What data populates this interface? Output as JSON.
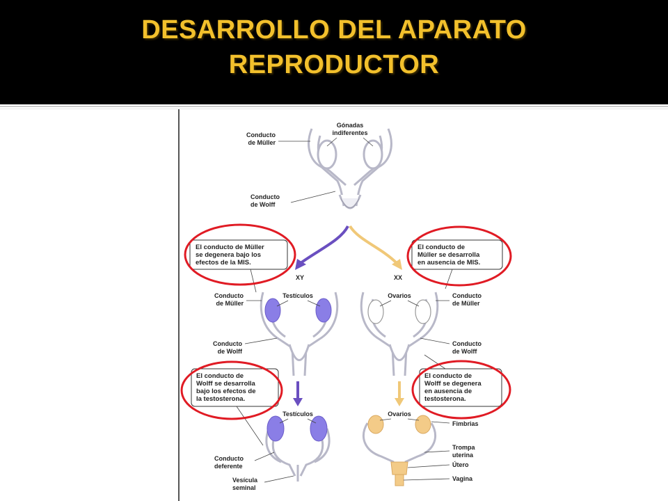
{
  "slide": {
    "title_line1": "DESARROLLO DEL APARATO",
    "title_line2": "REPRODUCTOR"
  },
  "colors": {
    "title_bar": "#000000",
    "title_text": "#f2c02c",
    "male": "#8878e0",
    "female": "#f3cb88",
    "highlight_circle": "#e01b24"
  },
  "diagram": {
    "top": {
      "gonadas": [
        "Gónadas",
        "indiferentes"
      ],
      "muller": [
        "Conducto",
        "de Müller"
      ],
      "wolff": [
        "Conducto",
        "de Wolff"
      ]
    },
    "branch_male": "XY",
    "branch_female": "XX",
    "note_male_1": [
      "El conducto de Müller",
      "se degenera bajo los",
      "efectos de la MIS."
    ],
    "note_female_1": [
      "El conducto de",
      "Müller se desarrolla",
      "en ausencia de MIS."
    ],
    "note_male_2": [
      "El conducto de",
      "Wolff se desarrolla",
      "bajo los efectos de",
      "la testosterona."
    ],
    "note_female_2": [
      "El conducto de",
      "Wolff se degenera",
      "en ausencia de",
      "testosterona."
    ],
    "middle": {
      "testiculos": "Testículos",
      "ovarios": "Ovarios",
      "muller_left": [
        "Conducto",
        "de Müller"
      ],
      "muller_right": [
        "Conducto",
        "de Müller"
      ],
      "wolff_left": [
        "Conducto",
        "de Wolff"
      ],
      "wolff_right": [
        "Conducto",
        "de Wolff"
      ]
    },
    "bottom": {
      "testiculos": "Testículos",
      "ovarios": "Ovarios",
      "deferente": [
        "Conducto",
        "deferente"
      ],
      "vesicula": [
        "Vesícula",
        "seminal"
      ],
      "fimbrias": "Fimbrias",
      "trompa": [
        "Trompa",
        "uterina"
      ],
      "utero": "Útero",
      "vagina": "Vagina"
    }
  }
}
